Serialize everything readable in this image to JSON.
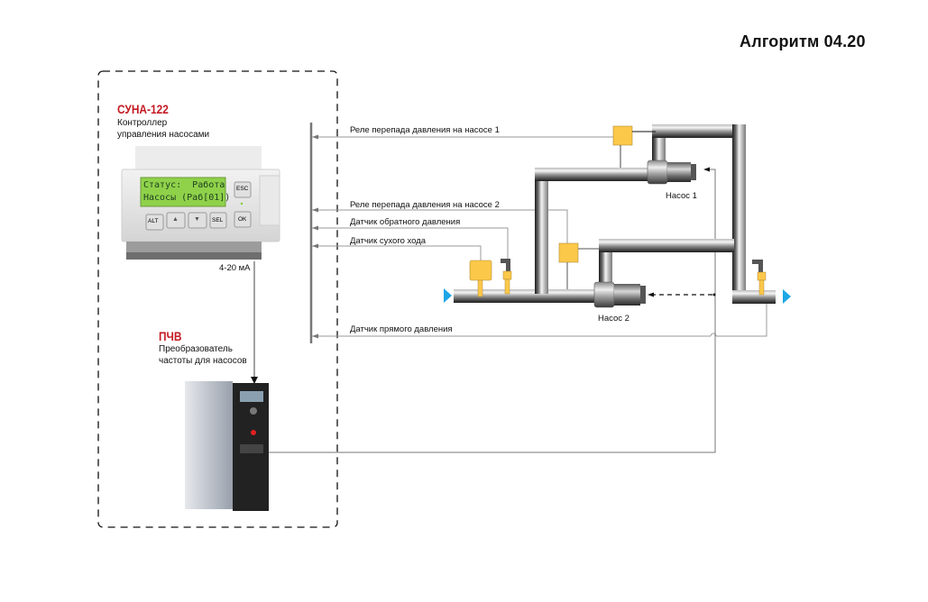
{
  "title": "Алгоритм 04.20",
  "controller": {
    "name": "СУНА-122",
    "description_line1": "Контроллер",
    "description_line2": "управления насосами",
    "lcd_line1": "Статус:  Работа",
    "lcd_line2": "Насосы (Раб[01])",
    "buttons": [
      "ALT",
      "▲",
      "▼",
      "SEL",
      "ESC",
      "OK"
    ]
  },
  "output_signal": "4-20 мА",
  "vfd": {
    "name": "ПЧВ",
    "description_line1": "Преобразователь",
    "description_line2": "частоты для насосов"
  },
  "signals": [
    "Реле перепада давления на насосе 1",
    "Реле перепада давления на насосе 2",
    "Датчик обратного давления",
    "Датчик сухого хода",
    "Датчик прямого давления"
  ],
  "pumps": [
    "Насос 1",
    "Насос 2"
  ],
  "colors": {
    "accent_red": "#c41a22",
    "sensor_yellow": "#fcc84a",
    "flow_arrow_blue": "#1ea6e6",
    "lcd_green": "#8fd24a"
  }
}
